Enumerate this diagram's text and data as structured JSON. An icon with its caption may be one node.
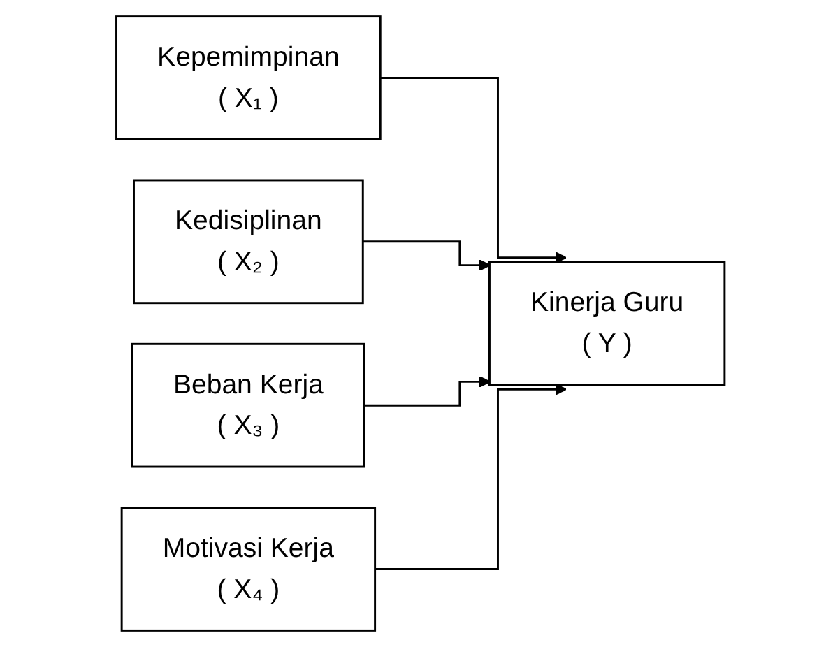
{
  "diagram": {
    "nodes": [
      {
        "text": [
          "Kepemimpinan",
          "( X₁ )"
        ]
      },
      {
        "text": [
          "Kedisiplinan",
          "( X₂ )"
        ]
      },
      {
        "text": [
          "Beban Kerja",
          "( X₃ )"
        ]
      },
      {
        "text": [
          "Motivasi Kerja",
          "( X₄ )"
        ]
      },
      {
        "text": [
          "Kinerja Guru",
          "( Y )"
        ]
      }
    ],
    "edges": [
      {
        "from": 0,
        "to": 4,
        "arrow": "to"
      },
      {
        "from": 1,
        "to": 4,
        "arrow": "to"
      },
      {
        "from": 2,
        "to": 4,
        "arrow": "to"
      },
      {
        "from": 3,
        "to": 4,
        "arrow": "to"
      }
    ]
  }
}
